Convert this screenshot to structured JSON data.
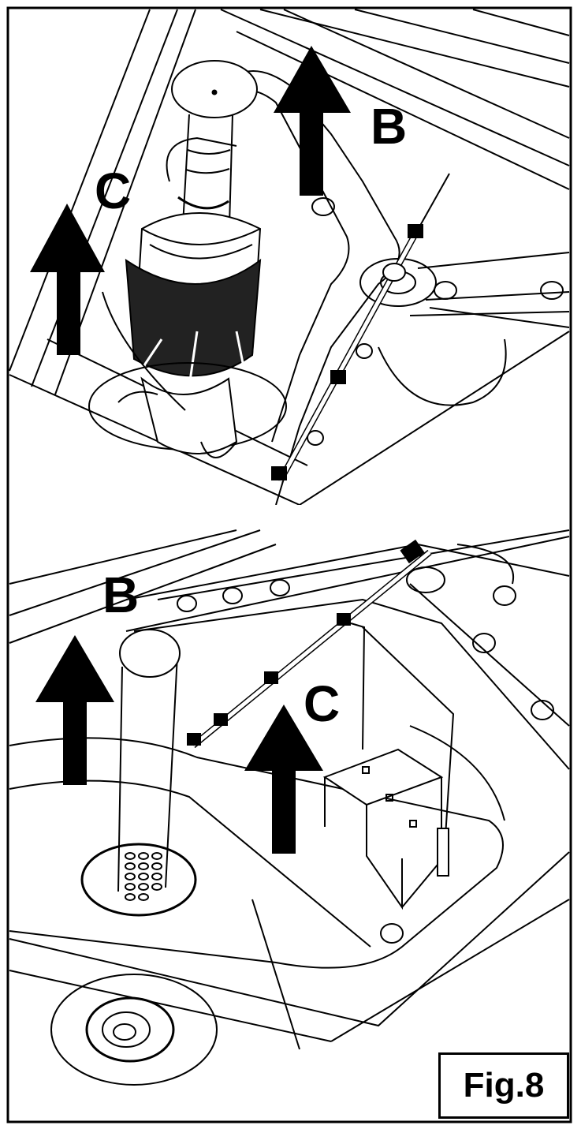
{
  "labels": {
    "top_b": "B",
    "top_c": "C",
    "bottom_b": "B",
    "bottom_c": "C"
  },
  "figure_label": "Fig.8",
  "colors": {
    "ink": "#000000",
    "paper": "#ffffff",
    "shade": "#dcdcdc"
  },
  "icons": [
    "arrow-up-icon"
  ]
}
